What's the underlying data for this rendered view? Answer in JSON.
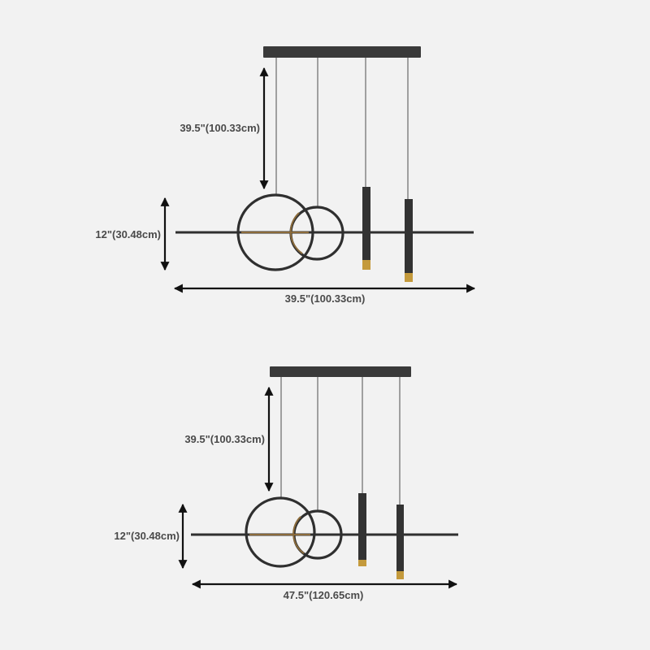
{
  "colors": {
    "background": "#f2f2f2",
    "fixture": "#2f2f2f",
    "gold_accent": "#c49a3c",
    "label": "#4a4a4a"
  },
  "top_diagram": {
    "drop_height": "39.5\"(100.33cm)",
    "fixture_height": "12\"(30.48cm)",
    "width": "39.5\"(100.33cm)"
  },
  "bottom_diagram": {
    "drop_height": "39.5\"(100.33cm)",
    "fixture_height": "12\"(30.48cm)",
    "width": "47.5\"(120.65cm)"
  }
}
